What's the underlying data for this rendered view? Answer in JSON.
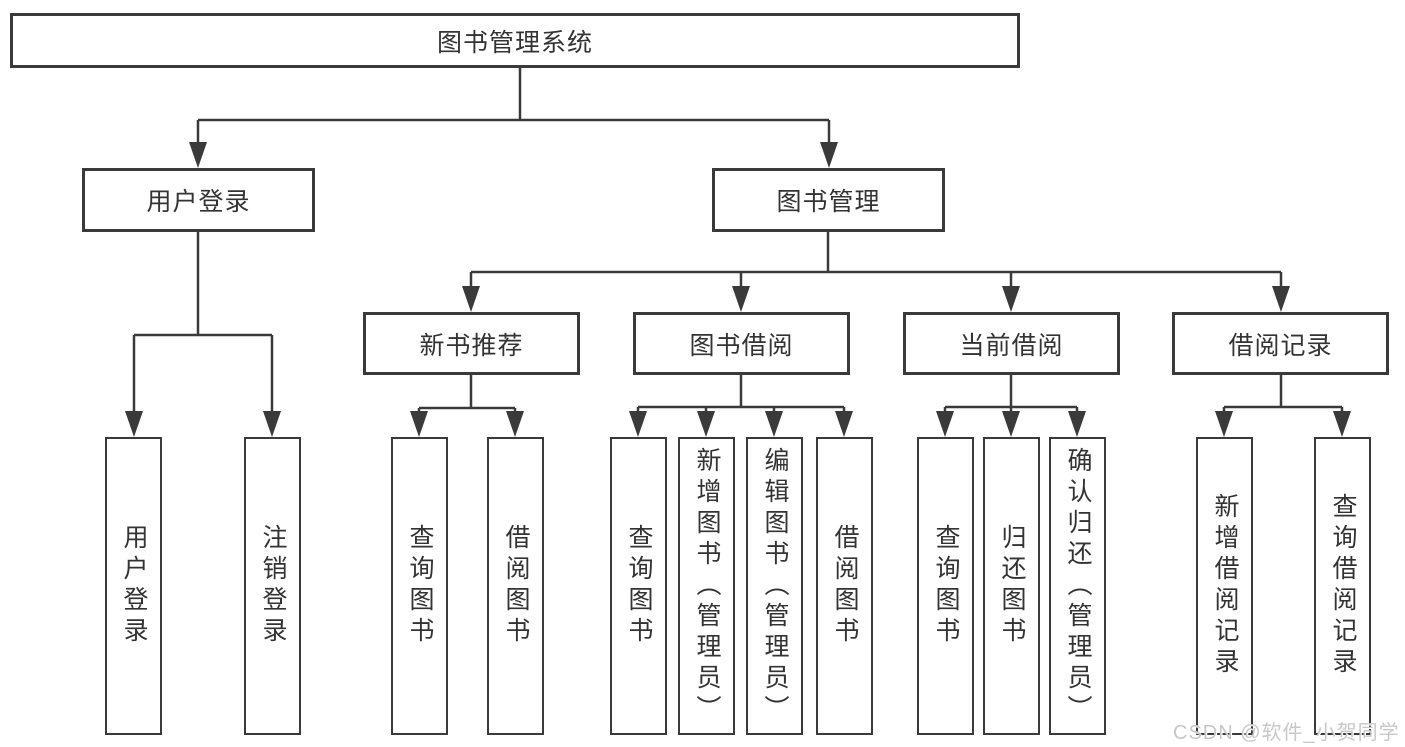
{
  "nodes": {
    "root": {
      "label": "图书管理系统"
    },
    "user_login": {
      "label": "用户登录"
    },
    "book_management": {
      "label": "图书管理"
    },
    "new_book_recommendation": {
      "label": "新书推荐"
    },
    "book_borrowing": {
      "label": "图书借阅"
    },
    "current_borrowing": {
      "label": "当前借阅"
    },
    "borrowing_records": {
      "label": "借阅记录"
    },
    "ul_user_login": {
      "label": "用户登录"
    },
    "ul_logout": {
      "label": "注销登录"
    },
    "nb_query_books": {
      "label": "查询图书"
    },
    "nb_borrow_books": {
      "label": "借阅图书"
    },
    "bb_query_books": {
      "label": "查询图书"
    },
    "bb_add_books_admin": {
      "label": "新增图书（管理员）"
    },
    "bb_edit_books_admin": {
      "label": "编辑图书（管理员）"
    },
    "bb_borrow_books": {
      "label": "借阅图书"
    },
    "cb_query_books": {
      "label": "查询图书"
    },
    "cb_return_books": {
      "label": "归还图书"
    },
    "cb_confirm_return_admin": {
      "label": "确认归还（管理员）"
    },
    "br_add_record": {
      "label": "新增借阅记录"
    },
    "br_query_record": {
      "label": "查询借阅记录"
    }
  },
  "watermark": {
    "text": "CSDN @软件_小贺同学"
  },
  "colors": {
    "line": "#3a3a3a",
    "text": "#333333",
    "watermark": "#c8c8c8",
    "background": "#ffffff"
  }
}
